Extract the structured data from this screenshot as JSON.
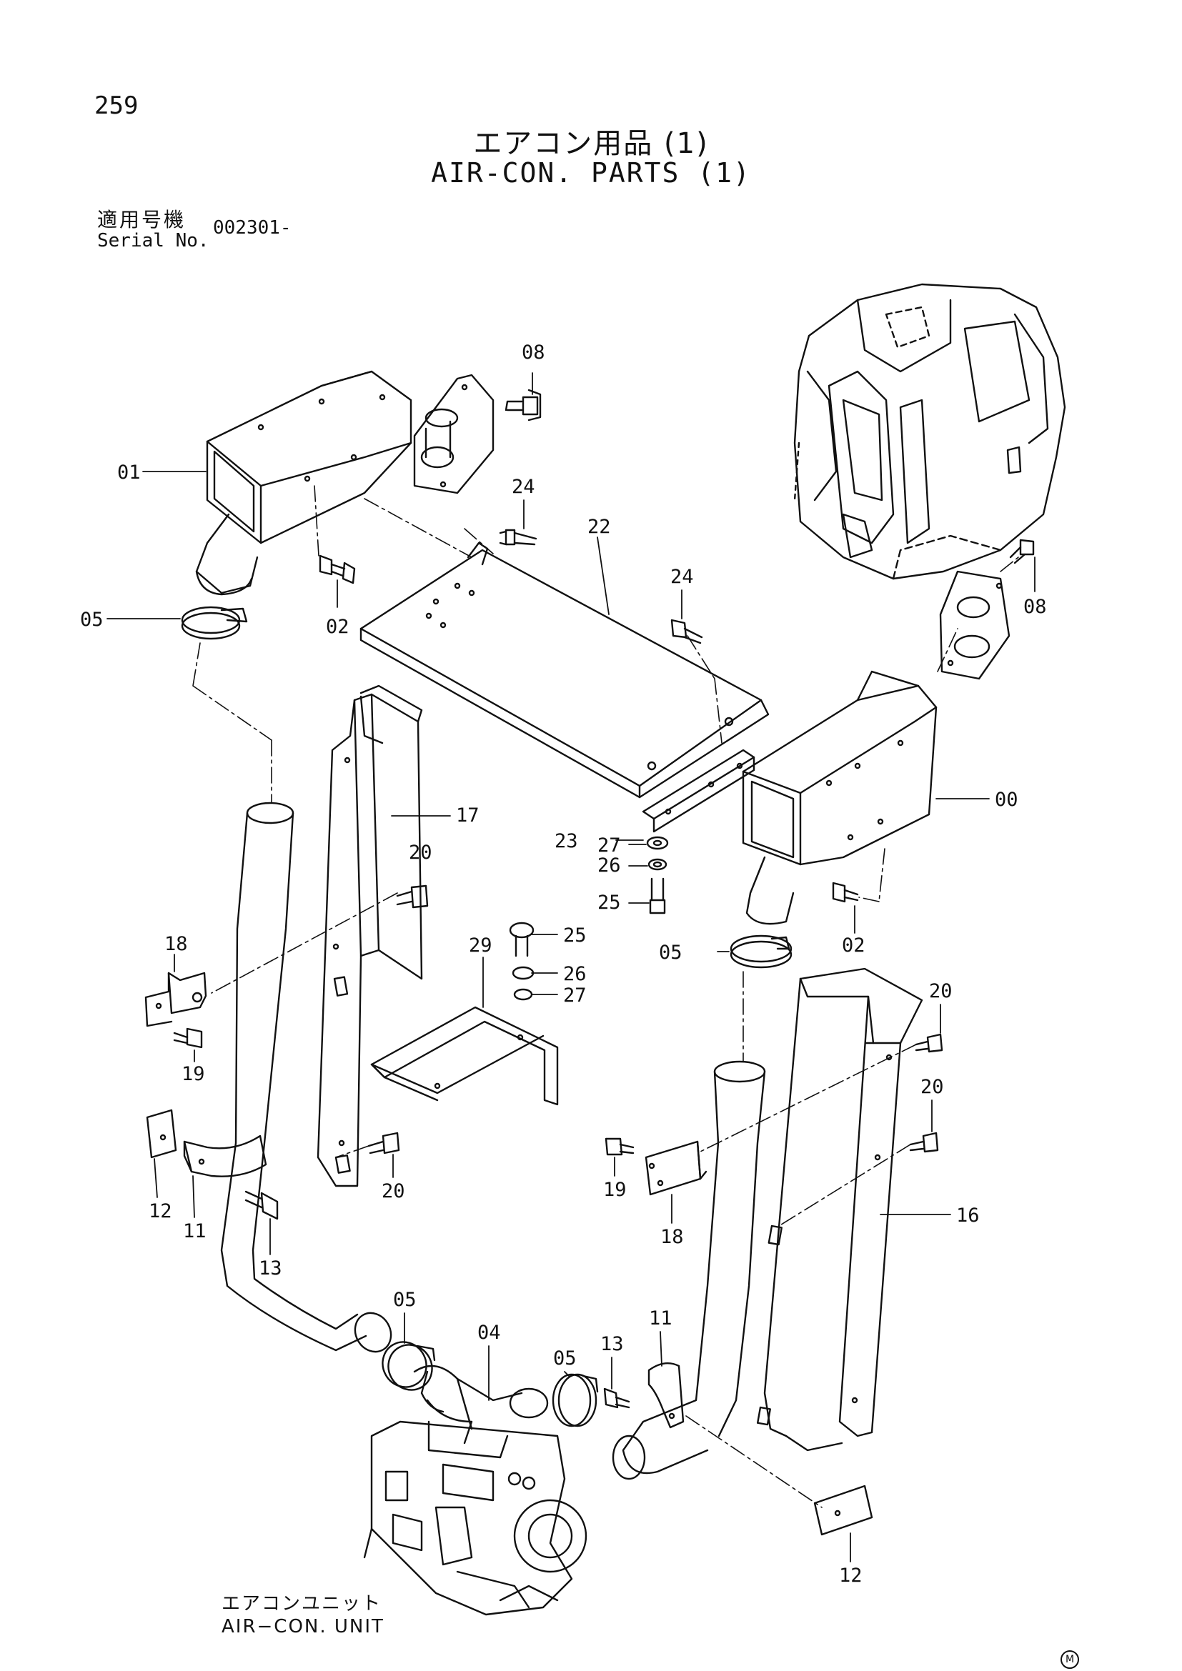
{
  "header": {
    "page_number": "259",
    "title_ja": "エアコン用品 (1)",
    "title_en": "AIR-CON. PARTS (1)",
    "serial_label_ja": "適用号機",
    "serial_label_en": "Serial No.",
    "serial_value": "002301-"
  },
  "footer": {
    "unit_label_ja": "エアコンユニット",
    "unit_label_en": "AIR−CON. UNIT",
    "mark": "M"
  },
  "callouts": [
    "08",
    "01",
    "24",
    "22",
    "02",
    "24",
    "05",
    "08",
    "00",
    "17",
    "23",
    "27",
    "26",
    "25",
    "20",
    "02",
    "18",
    "25",
    "29",
    "26",
    "27",
    "05",
    "20",
    "19",
    "20",
    "16",
    "12",
    "11",
    "20",
    "19",
    "18",
    "13",
    "05",
    "04",
    "05",
    "13",
    "11",
    "12"
  ]
}
